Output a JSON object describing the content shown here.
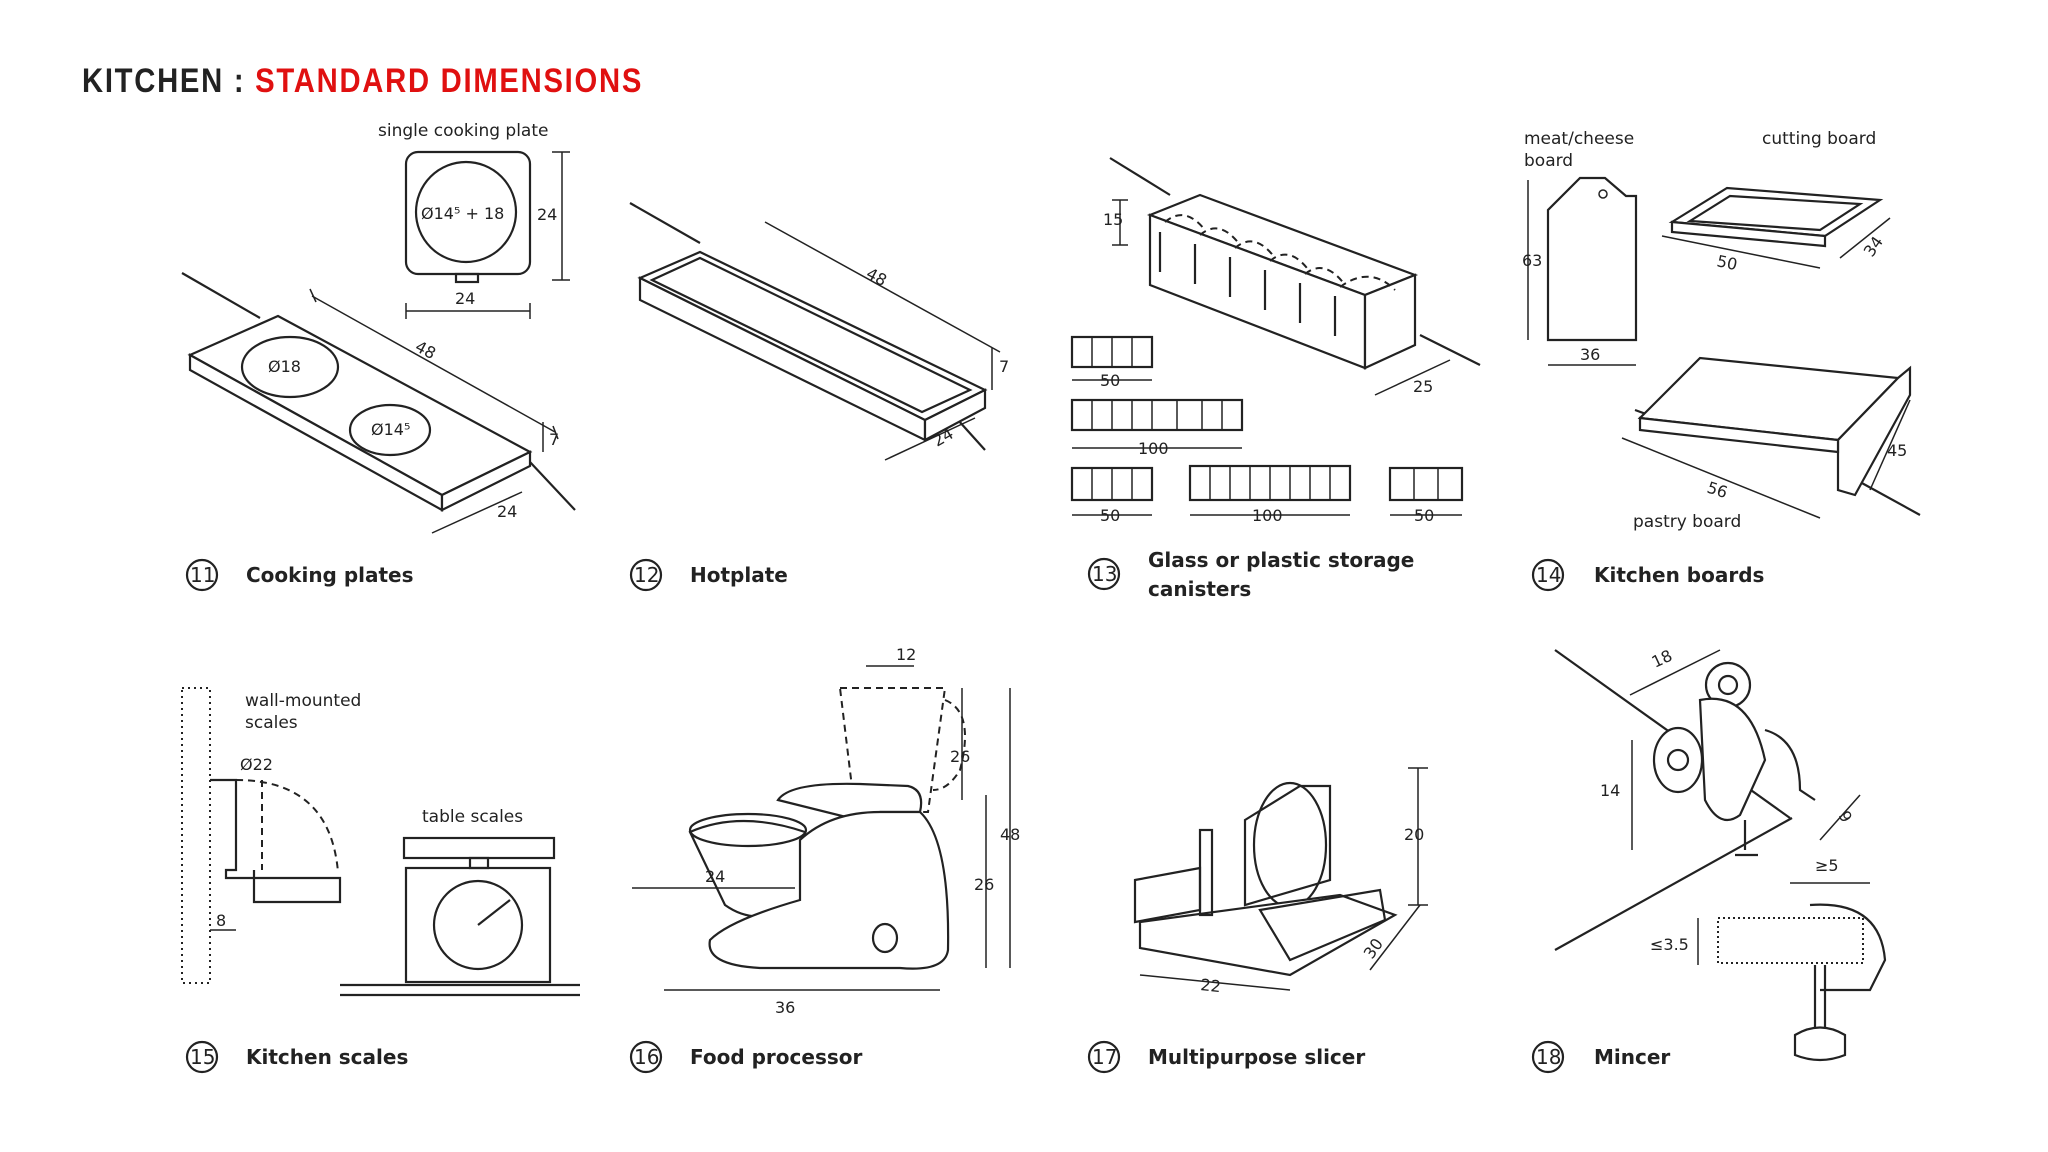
{
  "title": {
    "prefix": "KITCHEN : ",
    "highlight": "STANDARD DIMENSIONS"
  },
  "colors": {
    "title_dark": "#222222",
    "title_accent": "#e01010",
    "ink": "#222222"
  },
  "figures": [
    {
      "number": "11",
      "caption": "Cooking plates",
      "notes": [
        "single cooking plate"
      ],
      "dimensions": [
        "Ø14⁵ + 18",
        "24",
        "24",
        "Ø18",
        "Ø14⁵",
        "48",
        "7",
        "24"
      ]
    },
    {
      "number": "12",
      "caption": "Hotplate",
      "notes": [],
      "dimensions": [
        "48",
        "7",
        "24"
      ]
    },
    {
      "number": "13",
      "caption_line1": "Glass or plastic storage",
      "caption_line2": "canisters",
      "notes": [],
      "dimensions": [
        "15",
        "25",
        "50",
        "100",
        "50",
        "100",
        "50"
      ]
    },
    {
      "number": "14",
      "caption": "Kitchen boards",
      "notes": [
        "meat/cheese",
        "board",
        "cutting board",
        "pastry board"
      ],
      "dimensions": [
        "63",
        "36",
        "50",
        "34",
        "56",
        "45"
      ]
    },
    {
      "number": "15",
      "caption": "Kitchen scales",
      "notes": [
        "wall-mounted",
        "scales",
        "table scales"
      ],
      "dimensions": [
        "Ø22",
        "8"
      ]
    },
    {
      "number": "16",
      "caption": "Food processor",
      "notes": [],
      "dimensions": [
        "12",
        "26",
        "48",
        "26",
        "24",
        "36"
      ]
    },
    {
      "number": "17",
      "caption": "Multipurpose slicer",
      "notes": [],
      "dimensions": [
        "20",
        "30",
        "22"
      ]
    },
    {
      "number": "18",
      "caption": "Mincer",
      "notes": [],
      "dimensions": [
        "18",
        "14",
        "9",
        "≥5",
        "≤3.5"
      ]
    }
  ]
}
